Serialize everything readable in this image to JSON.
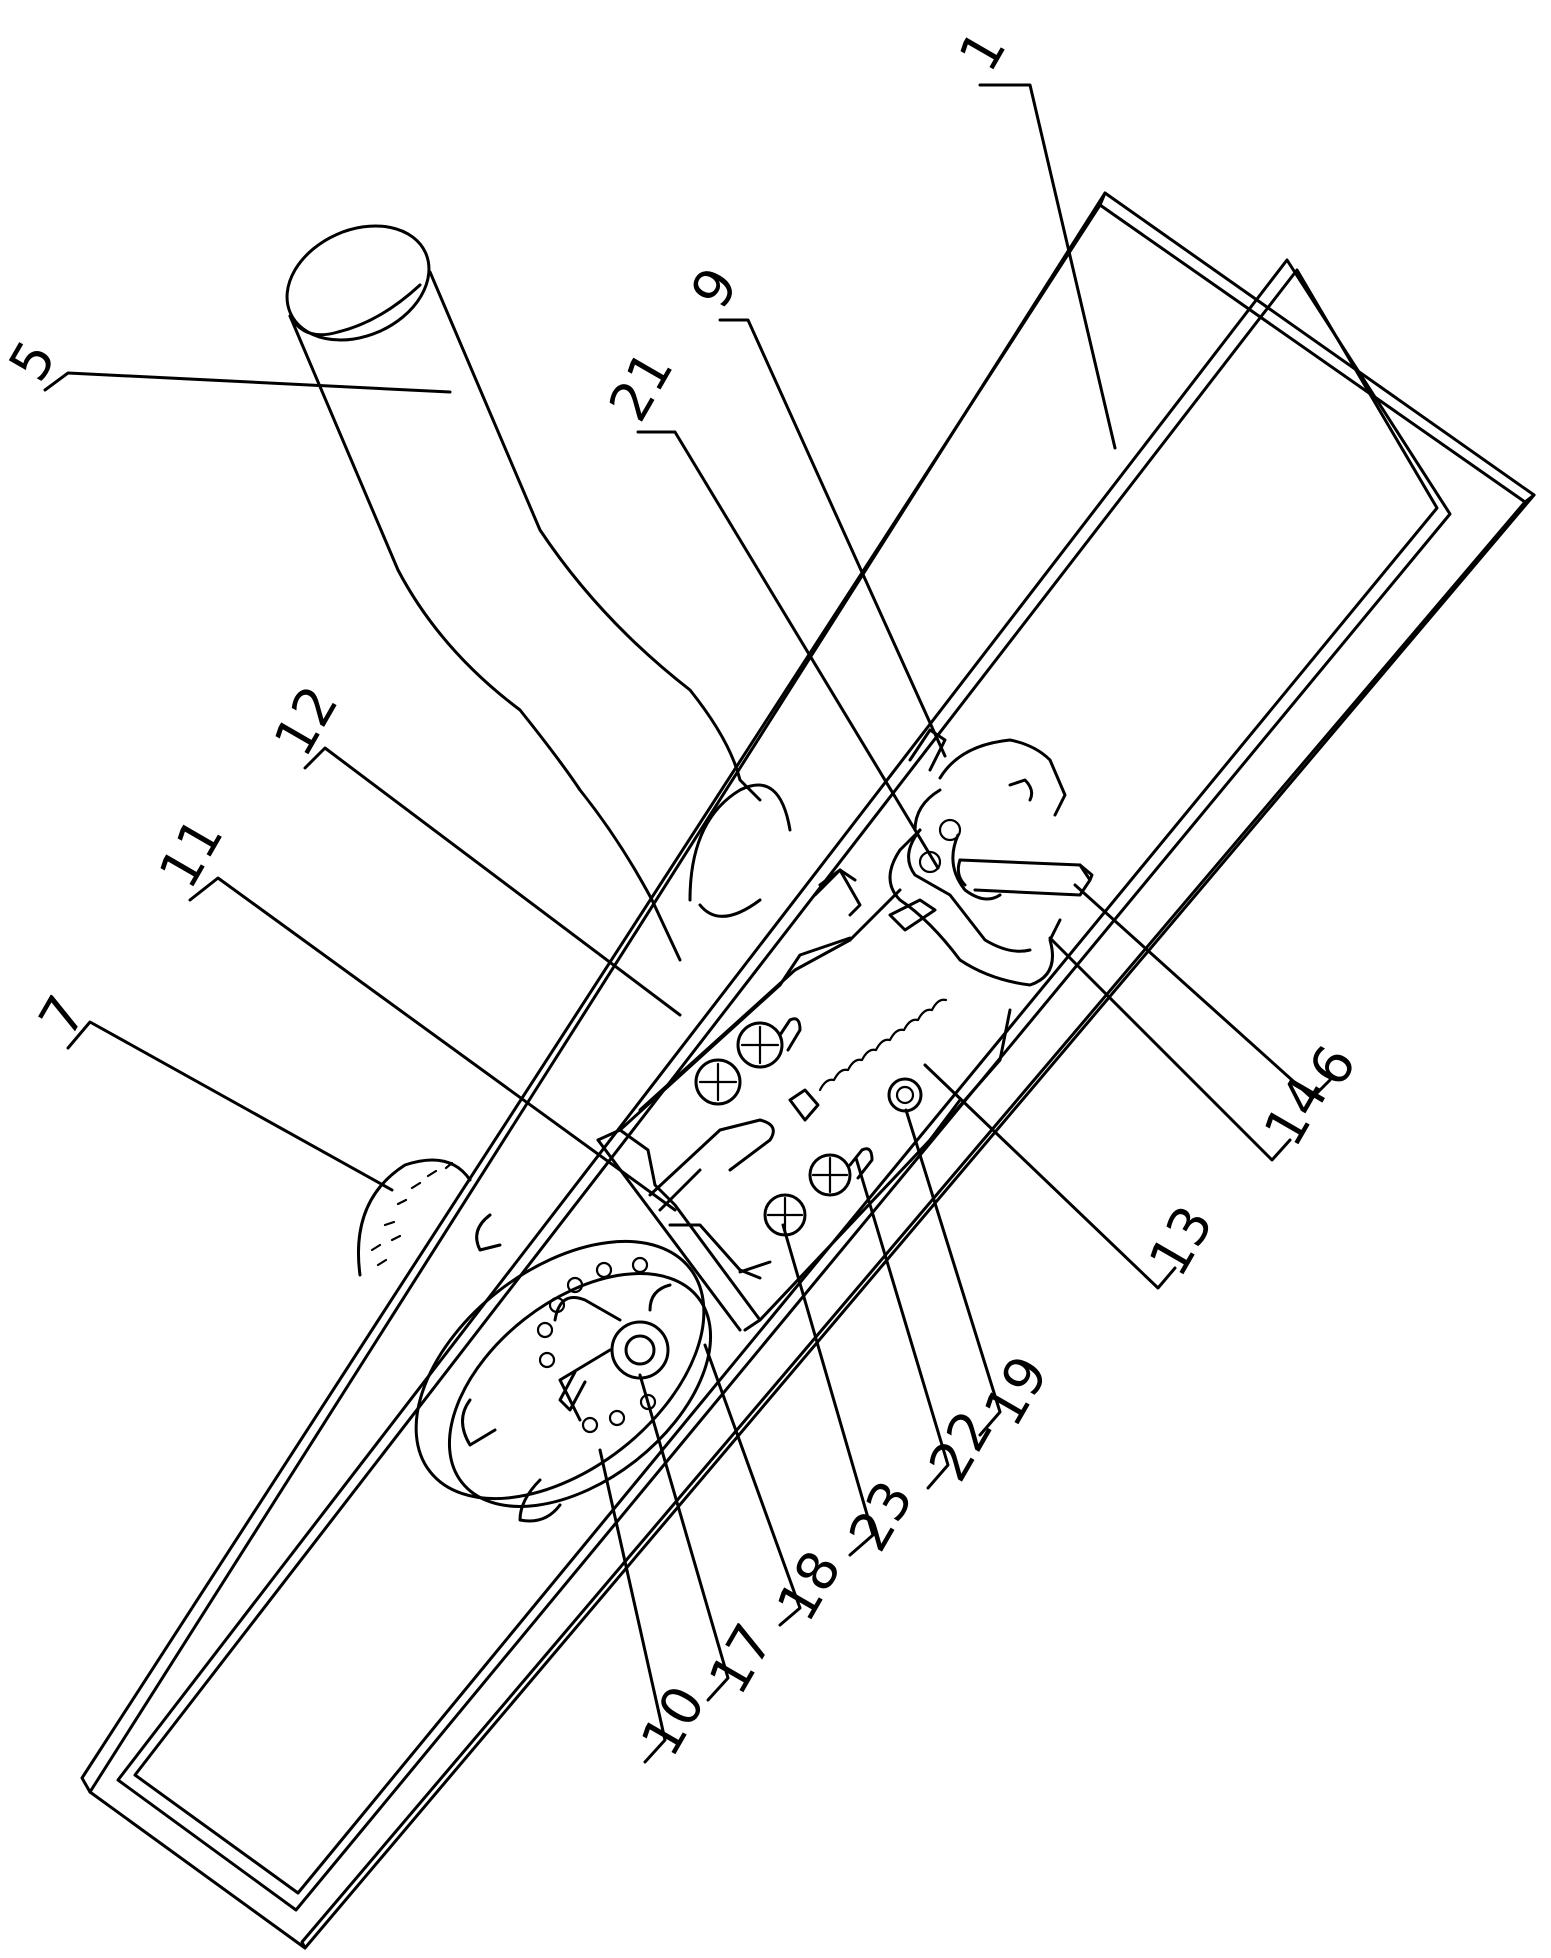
{
  "figure": {
    "labels": {
      "l1": "1",
      "l5": "5",
      "l6": "6",
      "l7": "7",
      "l9": "9",
      "l10": "10",
      "l11": "11",
      "l12": "12",
      "l13": "13",
      "l14": "14",
      "l17": "17",
      "l18": "18",
      "l19": "19",
      "l21": "21",
      "l22": "22",
      "l23": "23"
    }
  }
}
